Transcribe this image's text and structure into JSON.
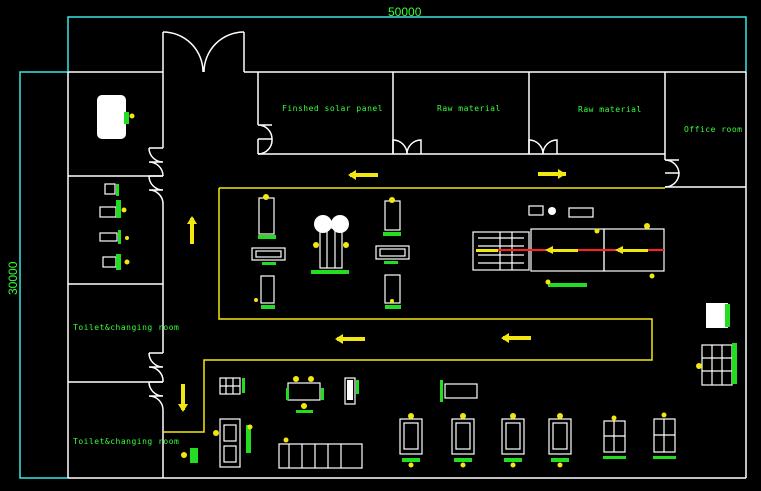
{
  "dimensions": {
    "width_label": "50000",
    "height_label": "30000"
  },
  "rooms": {
    "finished_solar_panel": "Finshed solar panel",
    "raw_material_1": "Raw material",
    "raw_material_2": "Raw material",
    "office_room": "Office room",
    "toilet_1": "Toilet&changing room",
    "toilet_2": "Toilet&changing room"
  },
  "colors": {
    "background": "#000000",
    "walls": "#ffffff",
    "dimension_lines": "#35e6e6",
    "production_line": "#f2e70f",
    "labels": "#38ff38",
    "arrows": "#f2e70f",
    "flow_line": "#ff2020"
  }
}
